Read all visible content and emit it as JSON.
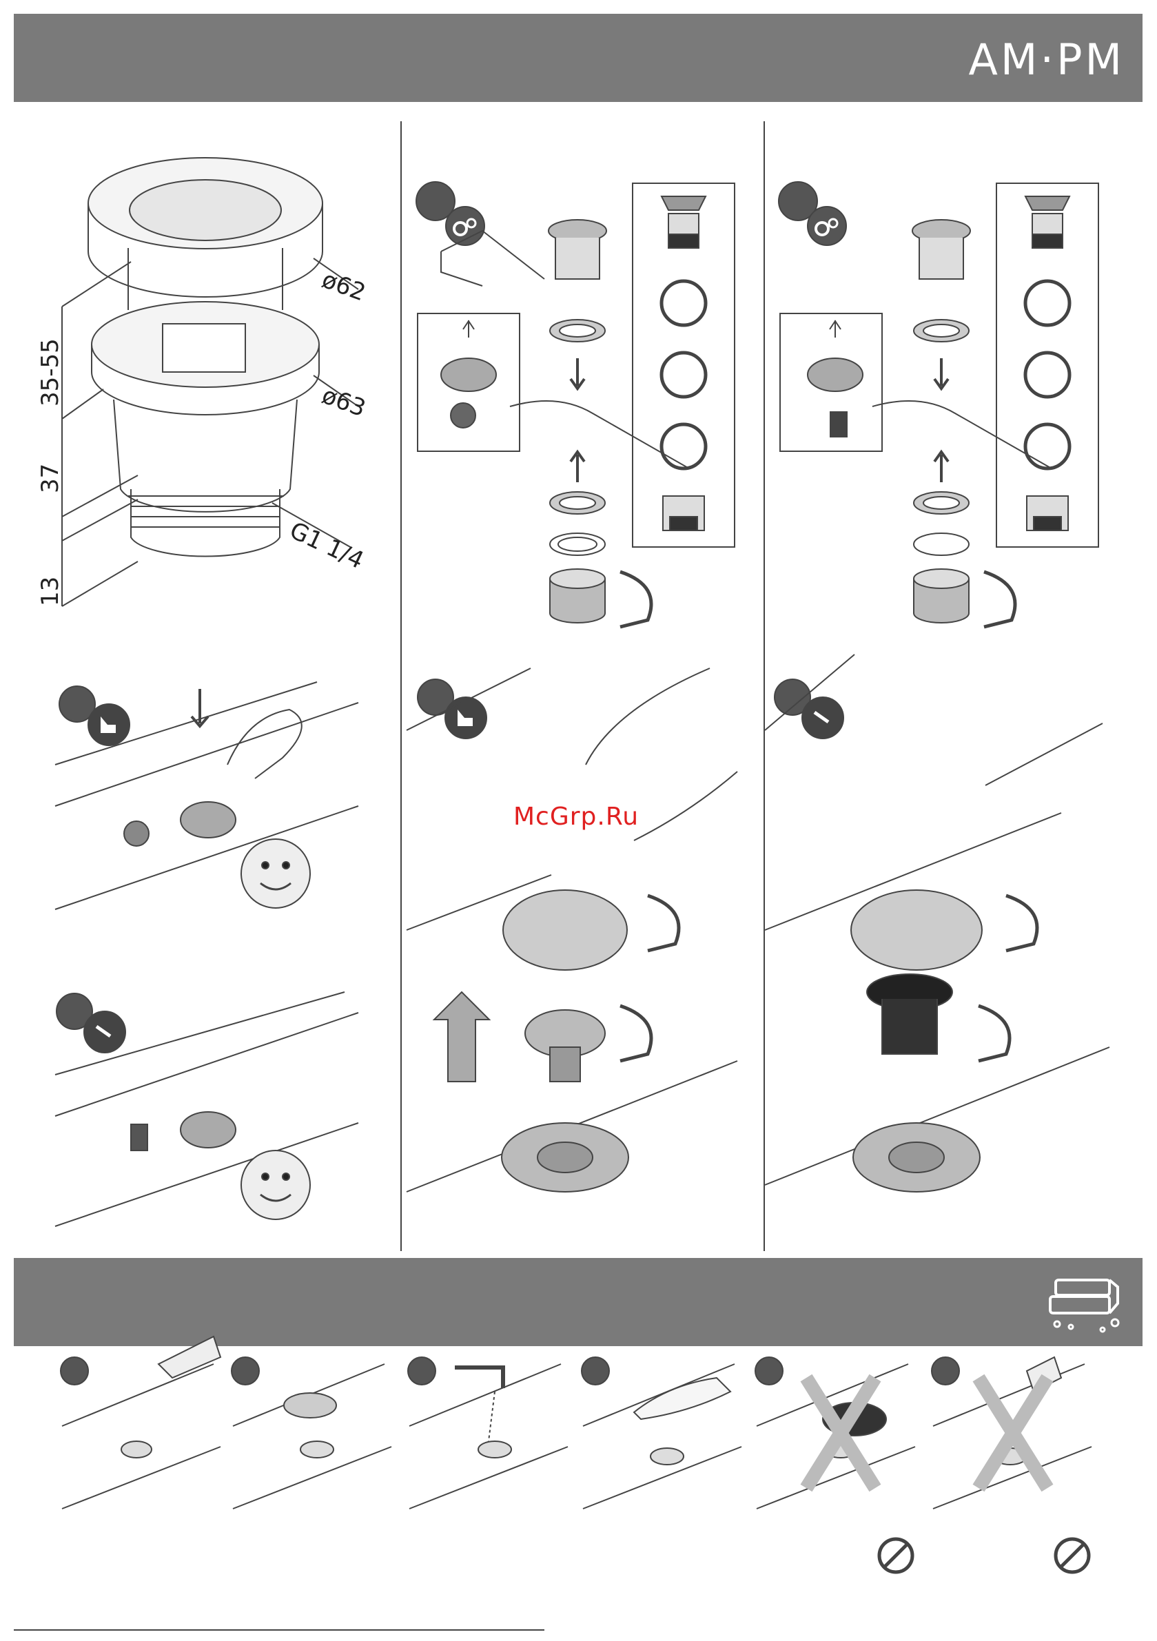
{
  "header": {
    "brand": "AM·PM",
    "colors": {
      "band": "#7a7a7a",
      "step_badge": "#555555",
      "watermark": "#e02020"
    }
  },
  "dimensions": {
    "cap_diameter": "ø62",
    "flange_diameter": "ø63",
    "thread": "G1 1/4",
    "height_adjust": "35-55",
    "height_body": "37",
    "height_thread": "13"
  },
  "watermark": "McGrp.Ru",
  "icons": {
    "press": "press-hand-icon",
    "service": "wrench-icon",
    "gears": "gears-icon",
    "prohibited": "prohibited-icon",
    "cleaning": "sponge-icon"
  }
}
